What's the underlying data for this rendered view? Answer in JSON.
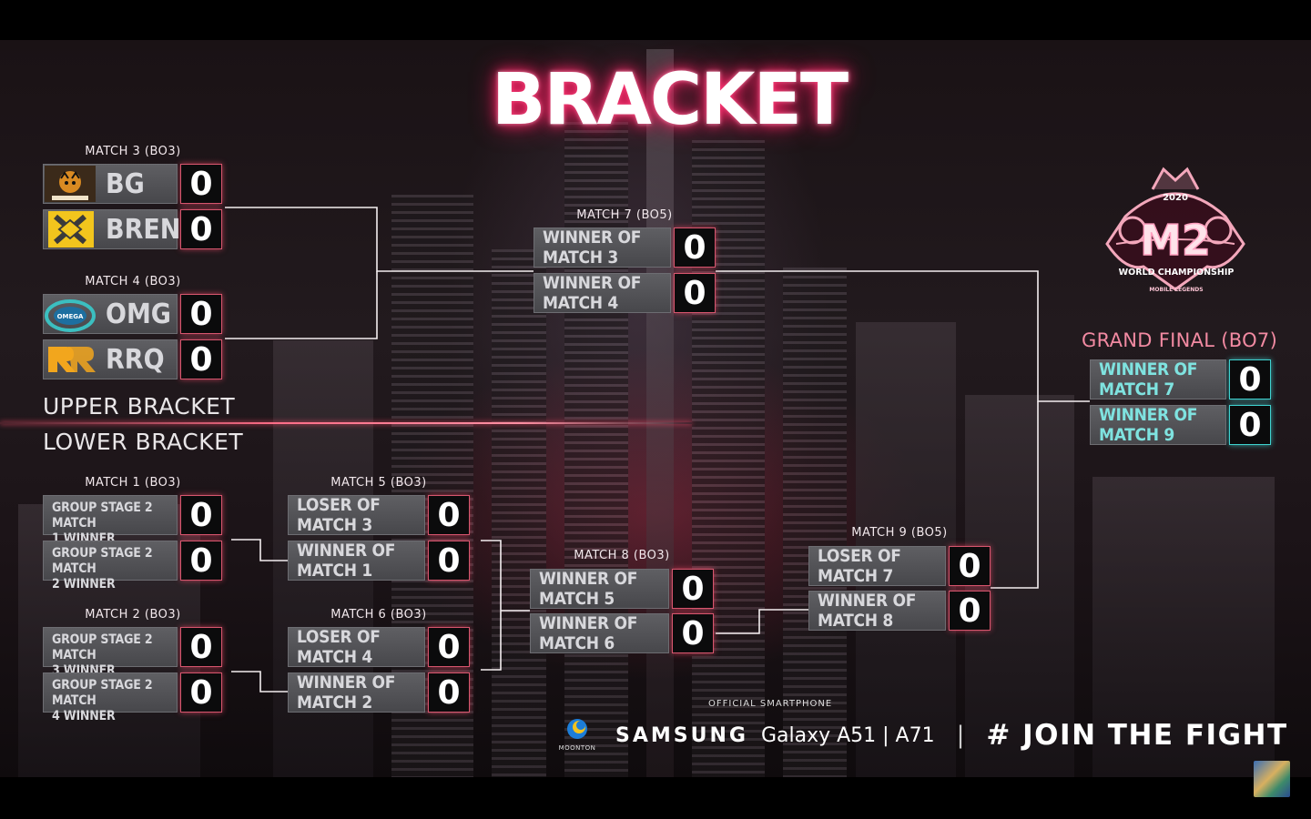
{
  "title": "BRACKET",
  "sections": {
    "upper": "UPPER BRACKET",
    "lower": "LOWER BRACKET"
  },
  "grand_final_label": "GRAND FINAL (BO7)",
  "matches": {
    "m3": {
      "label": "MATCH 3 (BO3)",
      "slots": [
        {
          "name": "BG",
          "score": "0"
        },
        {
          "name": "BREN",
          "score": "0"
        }
      ]
    },
    "m4": {
      "label": "MATCH 4 (BO3)",
      "slots": [
        {
          "name": "OMG",
          "score": "0"
        },
        {
          "name": "RRQ",
          "score": "0"
        }
      ]
    },
    "m1": {
      "label": "MATCH 1 (BO3)",
      "slots": [
        {
          "line1": "GROUP STAGE 2 MATCH",
          "line2": "1 WINNER",
          "score": "0"
        },
        {
          "line1": "GROUP STAGE 2 MATCH",
          "line2": "2 WINNER",
          "score": "0"
        }
      ]
    },
    "m2": {
      "label": "MATCH 2 (BO3)",
      "slots": [
        {
          "line1": "GROUP STAGE 2 MATCH",
          "line2": "3 WINNER",
          "score": "0"
        },
        {
          "line1": "GROUP STAGE 2 MATCH",
          "line2": "4 WINNER",
          "score": "0"
        }
      ]
    },
    "m5": {
      "label": "MATCH 5 (BO3)",
      "slots": [
        {
          "name": "LOSER OF MATCH 3",
          "score": "0"
        },
        {
          "name": "WINNER OF MATCH 1",
          "score": "0"
        }
      ]
    },
    "m6": {
      "label": "MATCH 6 (BO3)",
      "slots": [
        {
          "name": "LOSER OF MATCH 4",
          "score": "0"
        },
        {
          "name": "WINNER OF MATCH 2",
          "score": "0"
        }
      ]
    },
    "m7": {
      "label": "MATCH 7 (BO5)",
      "slots": [
        {
          "name": "WINNER OF MATCH 3",
          "score": "0"
        },
        {
          "name": "WINNER OF MATCH 4",
          "score": "0"
        }
      ]
    },
    "m8": {
      "label": "MATCH 8 (BO3)",
      "slots": [
        {
          "name": "WINNER OF MATCH 5",
          "score": "0"
        },
        {
          "name": "WINNER OF MATCH 6",
          "score": "0"
        }
      ]
    },
    "m9": {
      "label": "MATCH 9 (BO5)",
      "slots": [
        {
          "name": "LOSER OF MATCH 7",
          "score": "0"
        },
        {
          "name": "WINNER OF MATCH 8",
          "score": "0"
        }
      ]
    },
    "gf": {
      "slots": [
        {
          "name": "WINNER OF MATCH 7",
          "score": "0"
        },
        {
          "name": "WINNER OF MATCH 9",
          "score": "0"
        }
      ]
    }
  },
  "logo": {
    "year": "2020",
    "mark": "M2",
    "ribbon": "WORLD CHAMPIONSHIP",
    "sub": "MOBILE LEGENDS"
  },
  "sponsor": {
    "official": "OFFICIAL SMARTPHONE",
    "moonton": "MOONTON",
    "samsung": "SAMSUNG",
    "galaxy": "Galaxy A51 | A71",
    "separator": "|",
    "hashtag": "# JOIN THE FIGHT"
  },
  "team_logos": {
    "BG": "burmese-ghouls-logo",
    "BREN": "bren-esports-logo",
    "OMG": "omega-logo",
    "RRQ": "rrq-logo"
  },
  "colors": {
    "accent": "#ff3b6b",
    "line": "#ffffff",
    "score_border": "#d7566e",
    "grand_final_border": "#3fd3d0",
    "gf_text": "#7fe3e0"
  }
}
